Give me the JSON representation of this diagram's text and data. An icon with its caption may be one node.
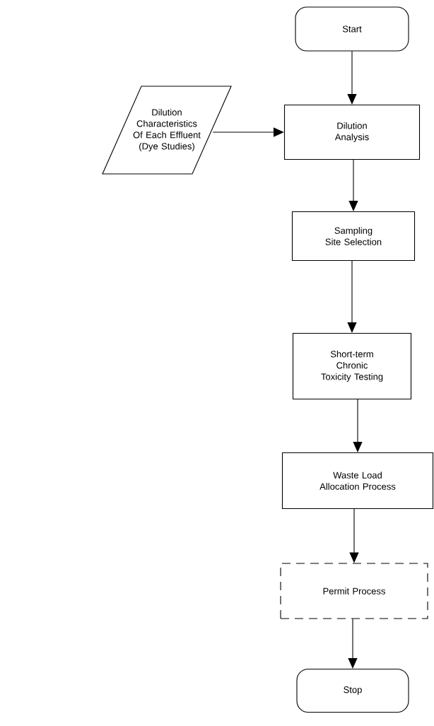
{
  "diagram": {
    "nodes": [
      {
        "text": [
          "Start"
        ]
      },
      {
        "text": [
          "Dilution Characteristics Of Each Effluent (Dye Studies)"
        ]
      },
      {
        "text": [
          "Dilution Analysis"
        ]
      },
      {
        "text": [
          "Sampling Site Selection"
        ]
      },
      {
        "text": [
          "Short-term Chronic Toxicity Testing"
        ]
      },
      {
        "text": [
          "Waste Load Allocation Process"
        ]
      },
      {
        "text": [
          "Permit Process"
        ]
      },
      {
        "text": [
          "Stop"
        ]
      }
    ],
    "edges": [
      {
        "from": 0,
        "to": 2,
        "arrow": "to"
      },
      {
        "from": 1,
        "to": 2,
        "arrow": "to"
      },
      {
        "from": 2,
        "to": 3,
        "arrow": "to"
      },
      {
        "from": 3,
        "to": 4,
        "arrow": "to"
      },
      {
        "from": 4,
        "to": 5,
        "arrow": "to"
      },
      {
        "from": 5,
        "to": 6,
        "arrow": "to"
      },
      {
        "from": 6,
        "to": 7,
        "arrow": "to"
      }
    ]
  }
}
